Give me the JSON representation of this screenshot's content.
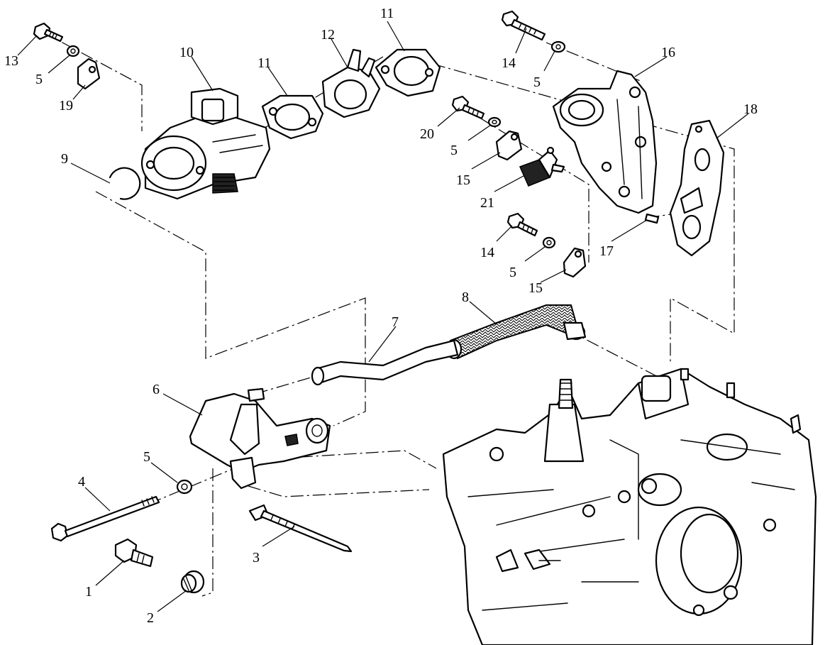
{
  "diagram": {
    "callouts": [
      {
        "id": "c1",
        "text": "1"
      },
      {
        "id": "c2",
        "text": "2"
      },
      {
        "id": "c3",
        "text": "3"
      },
      {
        "id": "c4",
        "text": "4"
      },
      {
        "id": "c5a",
        "text": "5"
      },
      {
        "id": "c5b",
        "text": "5"
      },
      {
        "id": "c5c",
        "text": "5"
      },
      {
        "id": "c5d",
        "text": "5"
      },
      {
        "id": "c5e",
        "text": "5"
      },
      {
        "id": "c6",
        "text": "6"
      },
      {
        "id": "c7",
        "text": "7"
      },
      {
        "id": "c8",
        "text": "8"
      },
      {
        "id": "c9",
        "text": "9"
      },
      {
        "id": "c10",
        "text": "10"
      },
      {
        "id": "c11a",
        "text": "11"
      },
      {
        "id": "c11b",
        "text": "11"
      },
      {
        "id": "c12",
        "text": "12"
      },
      {
        "id": "c13",
        "text": "13"
      },
      {
        "id": "c14a",
        "text": "14"
      },
      {
        "id": "c14b",
        "text": "14"
      },
      {
        "id": "c15a",
        "text": "15"
      },
      {
        "id": "c15b",
        "text": "15"
      },
      {
        "id": "c16",
        "text": "16"
      },
      {
        "id": "c17",
        "text": "17"
      },
      {
        "id": "c18",
        "text": "18"
      },
      {
        "id": "c19",
        "text": "19"
      },
      {
        "id": "c20",
        "text": "20"
      },
      {
        "id": "c21",
        "text": "21"
      }
    ]
  }
}
